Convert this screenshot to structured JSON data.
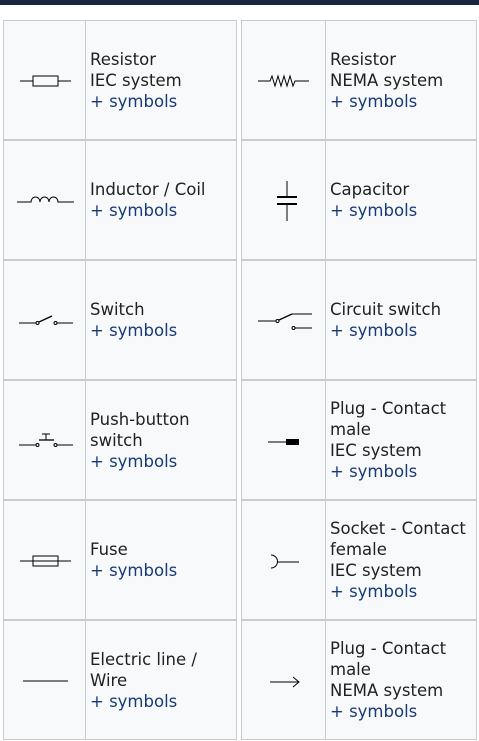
{
  "left": [
    {
      "lines": [
        "Resistor",
        "IEC system"
      ],
      "link": "+ symbols",
      "icon": "resistor-iec-icon"
    },
    {
      "lines": [
        "Inductor / Coil"
      ],
      "link": "+ symbols",
      "icon": "inductor-icon"
    },
    {
      "lines": [
        "Switch"
      ],
      "link": "+ symbols",
      "icon": "switch-icon"
    },
    {
      "lines": [
        "Push-button",
        "switch"
      ],
      "link": "+ symbols",
      "icon": "push-button-icon"
    },
    {
      "lines": [
        "Fuse"
      ],
      "link": "+ symbols",
      "icon": "fuse-icon"
    },
    {
      "lines": [
        "Electric line /",
        "Wire"
      ],
      "link": "+ symbols",
      "icon": "wire-icon"
    }
  ],
  "right": [
    {
      "lines": [
        "Resistor",
        "NEMA system"
      ],
      "link": "+ symbols",
      "icon": "resistor-nema-icon"
    },
    {
      "lines": [
        "Capacitor"
      ],
      "link": "+ symbols",
      "icon": "capacitor-icon"
    },
    {
      "lines": [
        "Circuit switch"
      ],
      "link": "+ symbols",
      "icon": "circuit-switch-icon"
    },
    {
      "lines": [
        "Plug - Contact",
        "male",
        "IEC system"
      ],
      "link": "+ symbols",
      "icon": "plug-iec-icon"
    },
    {
      "lines": [
        "Socket - Contact",
        "female",
        "IEC system"
      ],
      "link": "+ symbols",
      "icon": "socket-icon"
    },
    {
      "lines": [
        "Plug - Contact",
        "male",
        "NEMA system"
      ],
      "link": "+ symbols",
      "icon": "plug-nema-icon"
    }
  ],
  "colors": {
    "header_bar": "#1a2540",
    "link": "#173a7a",
    "border": "#c8ccd1",
    "cell_bg": "#f8f9fa"
  }
}
